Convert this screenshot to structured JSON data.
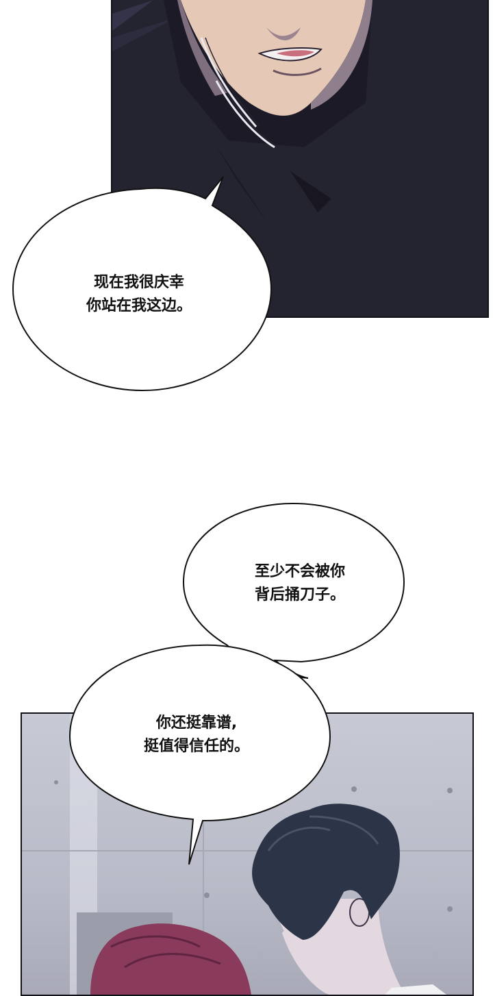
{
  "comic": {
    "panels": [
      {
        "id": "panel-1",
        "description": "close-up of man's lower face in dark turtleneck"
      },
      {
        "id": "panel-2",
        "description": "two characters against concrete wall; dark-haired man and red-haired person"
      }
    ],
    "bubbles": [
      {
        "lines": [
          "现在我很庆幸",
          "你站在我这边。"
        ]
      },
      {
        "lines": [
          "至少不会被你",
          "背后捅刀子。"
        ]
      },
      {
        "lines": [
          "你还挺靠谱,",
          "挺值得信任的。"
        ]
      }
    ],
    "colors": {
      "panel_dark": "#242330",
      "panel_wall": "#c0c2ce",
      "skin": "#e8c9b8",
      "hair_dark": "#2c3447",
      "hair_red": "#8a3a5a",
      "border": "#111118"
    }
  }
}
